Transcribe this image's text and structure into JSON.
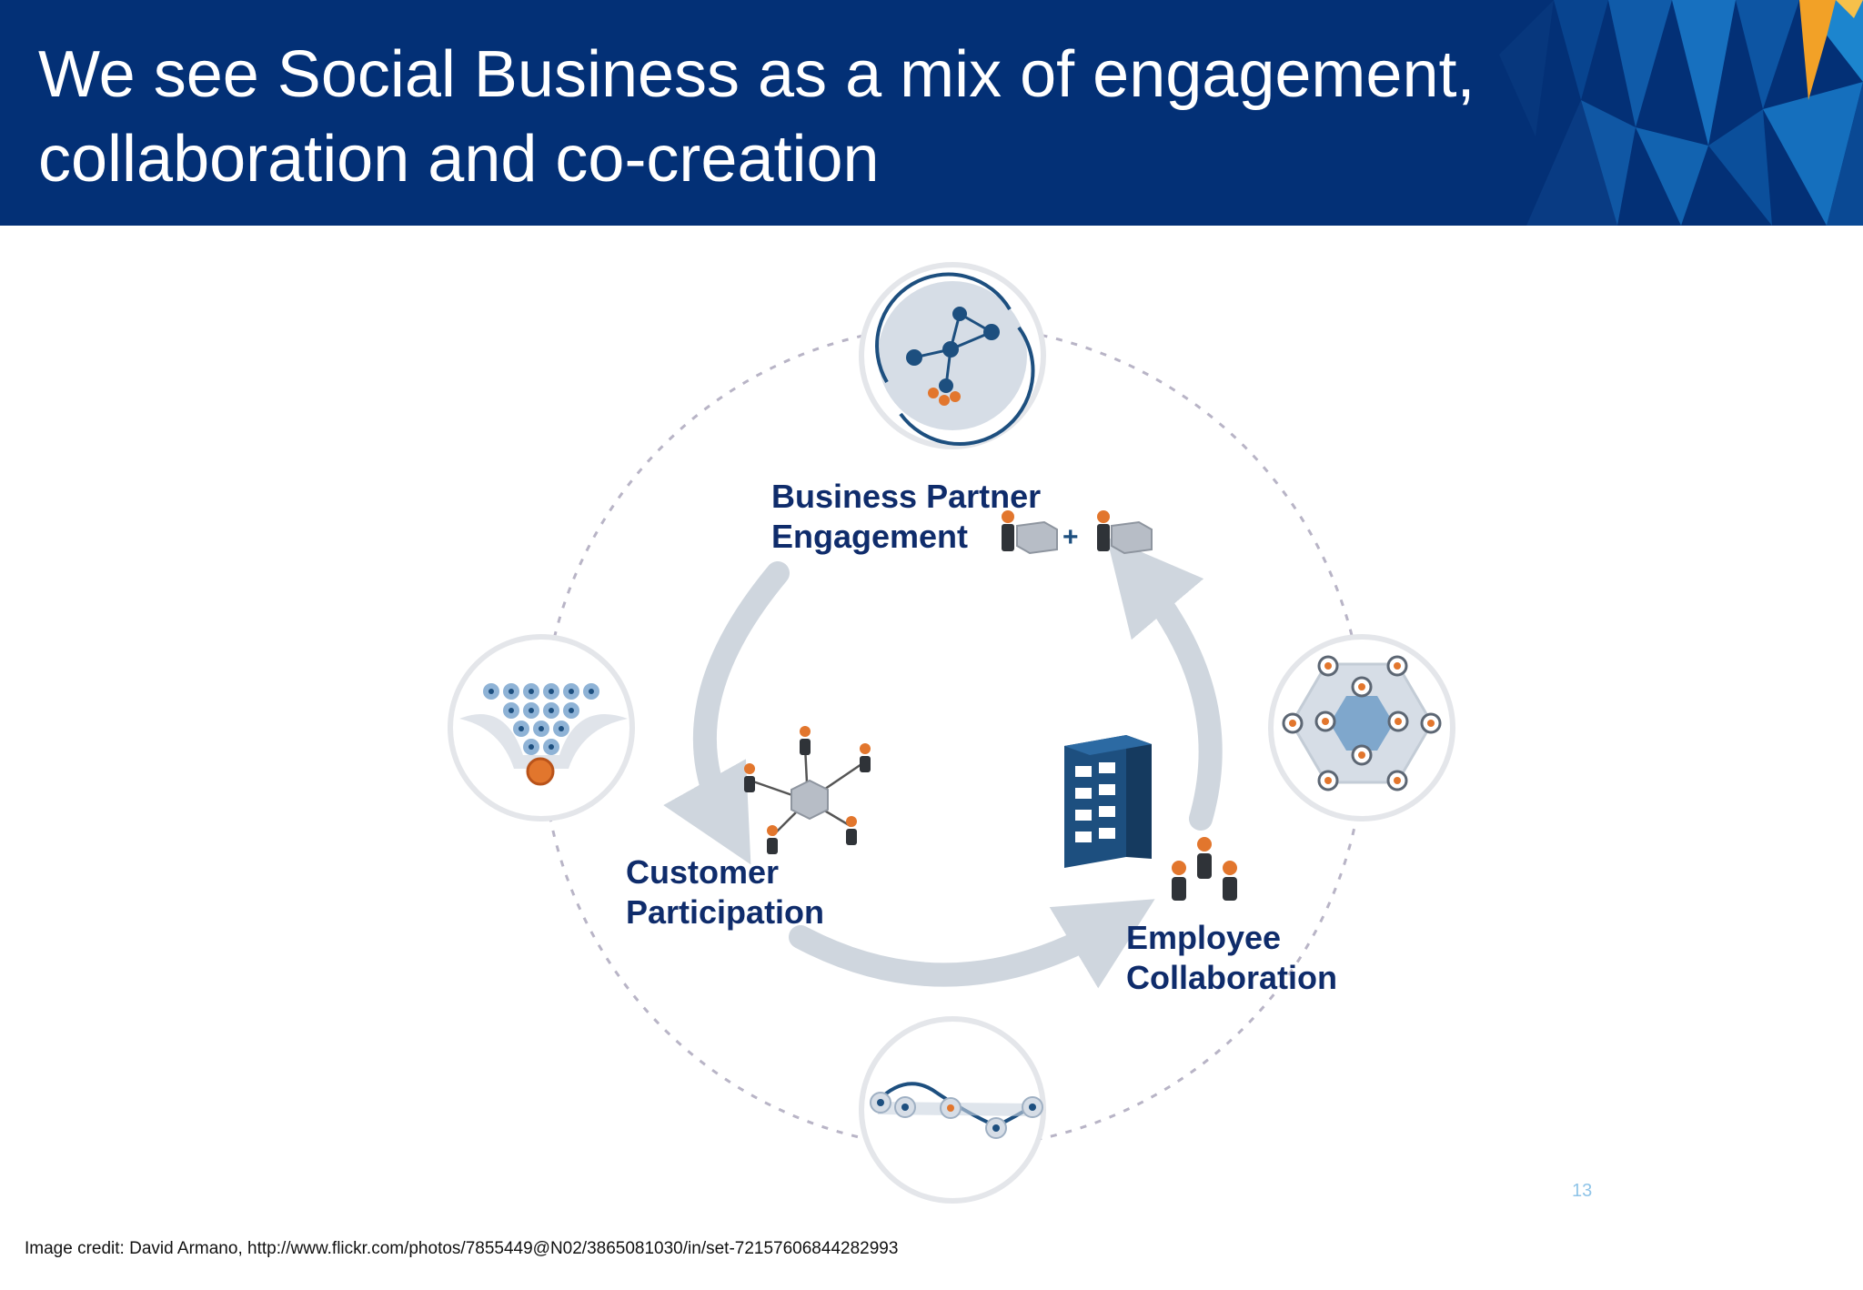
{
  "slide": {
    "title_lines": [
      "We see Social Business as a mix of engagement,",
      "collaboration and co-creation"
    ],
    "page_number": "13",
    "credit": "Image credit: David Armano, http://www.flickr.com/photos/7855449@N02/3865081030/in/set-72157606844282993"
  },
  "diagram": {
    "labels": {
      "business_partner": [
        "Business Partner",
        "Engagement"
      ],
      "customer": [
        "Customer",
        "Participation"
      ],
      "employee": [
        "Employee",
        "Collaboration"
      ]
    }
  },
  "colors": {
    "header": "#033076",
    "label_text": "#0f2c6b",
    "accent_orange": "#e2762d",
    "dark_blue_icon": "#1d4f7f",
    "arrow_grey": "#cfd6de",
    "dashed_ring": "#b8b4c6",
    "page_number": "#8fc4e8"
  },
  "icons": [
    "network-cycle-icon",
    "funnel-icon",
    "hexagon-team-icon",
    "timeline-icon",
    "hub-network-icon",
    "office-building-icon",
    "group-people-icon",
    "partners-plus-icon"
  ]
}
